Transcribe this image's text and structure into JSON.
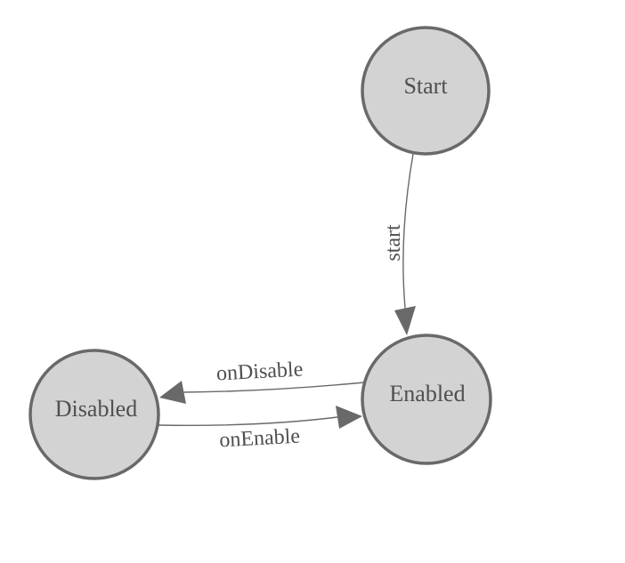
{
  "diagram": {
    "kind": "state-machine",
    "colors": {
      "background": "#ffffff",
      "node_fill": "#d3d3d3",
      "node_stroke": "#696969",
      "edge": "#696969",
      "text": "#4f4f4f"
    },
    "nodes": [
      {
        "id": "start",
        "label": "Start"
      },
      {
        "id": "enabled",
        "label": "Enabled"
      },
      {
        "id": "disabled",
        "label": "Disabled"
      }
    ],
    "edges": [
      {
        "from": "Start",
        "to": "Enabled",
        "label": "start"
      },
      {
        "from": "Enabled",
        "to": "Disabled",
        "label": "onDisable"
      },
      {
        "from": "Disabled",
        "to": "Enabled",
        "label": "onEnable"
      }
    ]
  }
}
